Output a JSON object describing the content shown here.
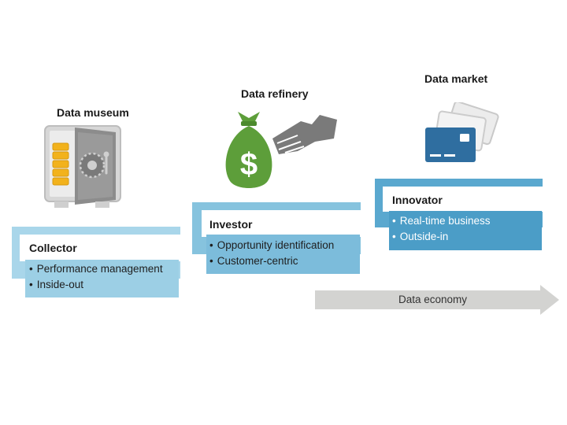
{
  "stages": [
    {
      "title": "Data museum",
      "icon": "safe-icon",
      "role": "Collector",
      "points": [
        "Performance management",
        "Inside-out"
      ],
      "color_frame": "#a9d6ea",
      "color_body": "#9ccfe5",
      "text_color": "#1e1e1e"
    },
    {
      "title": "Data refinery",
      "icon": "money-bag-handshake-icon",
      "role": "Investor",
      "points": [
        "Opportunity identification",
        "Customer-centric"
      ],
      "color_frame": "#86c3de",
      "color_body": "#7cbcdb",
      "text_color": "#1e1e1e"
    },
    {
      "title": "Data market",
      "icon": "credit-cards-icon",
      "role": "Innovator",
      "points": [
        "Real-time business",
        "Outside-in"
      ],
      "color_frame": "#5aa8cf",
      "color_body": "#4b9dc7",
      "text_color": "#ffffff"
    }
  ],
  "arrow": {
    "label": "Data economy",
    "color": "#d3d3d1"
  },
  "colors": {
    "bag": "#5d9e3a",
    "safe_door": "#8c8c8c",
    "gold": "#f2b21c",
    "card": "#2f6ea0",
    "hand": "#7a7a7a"
  }
}
